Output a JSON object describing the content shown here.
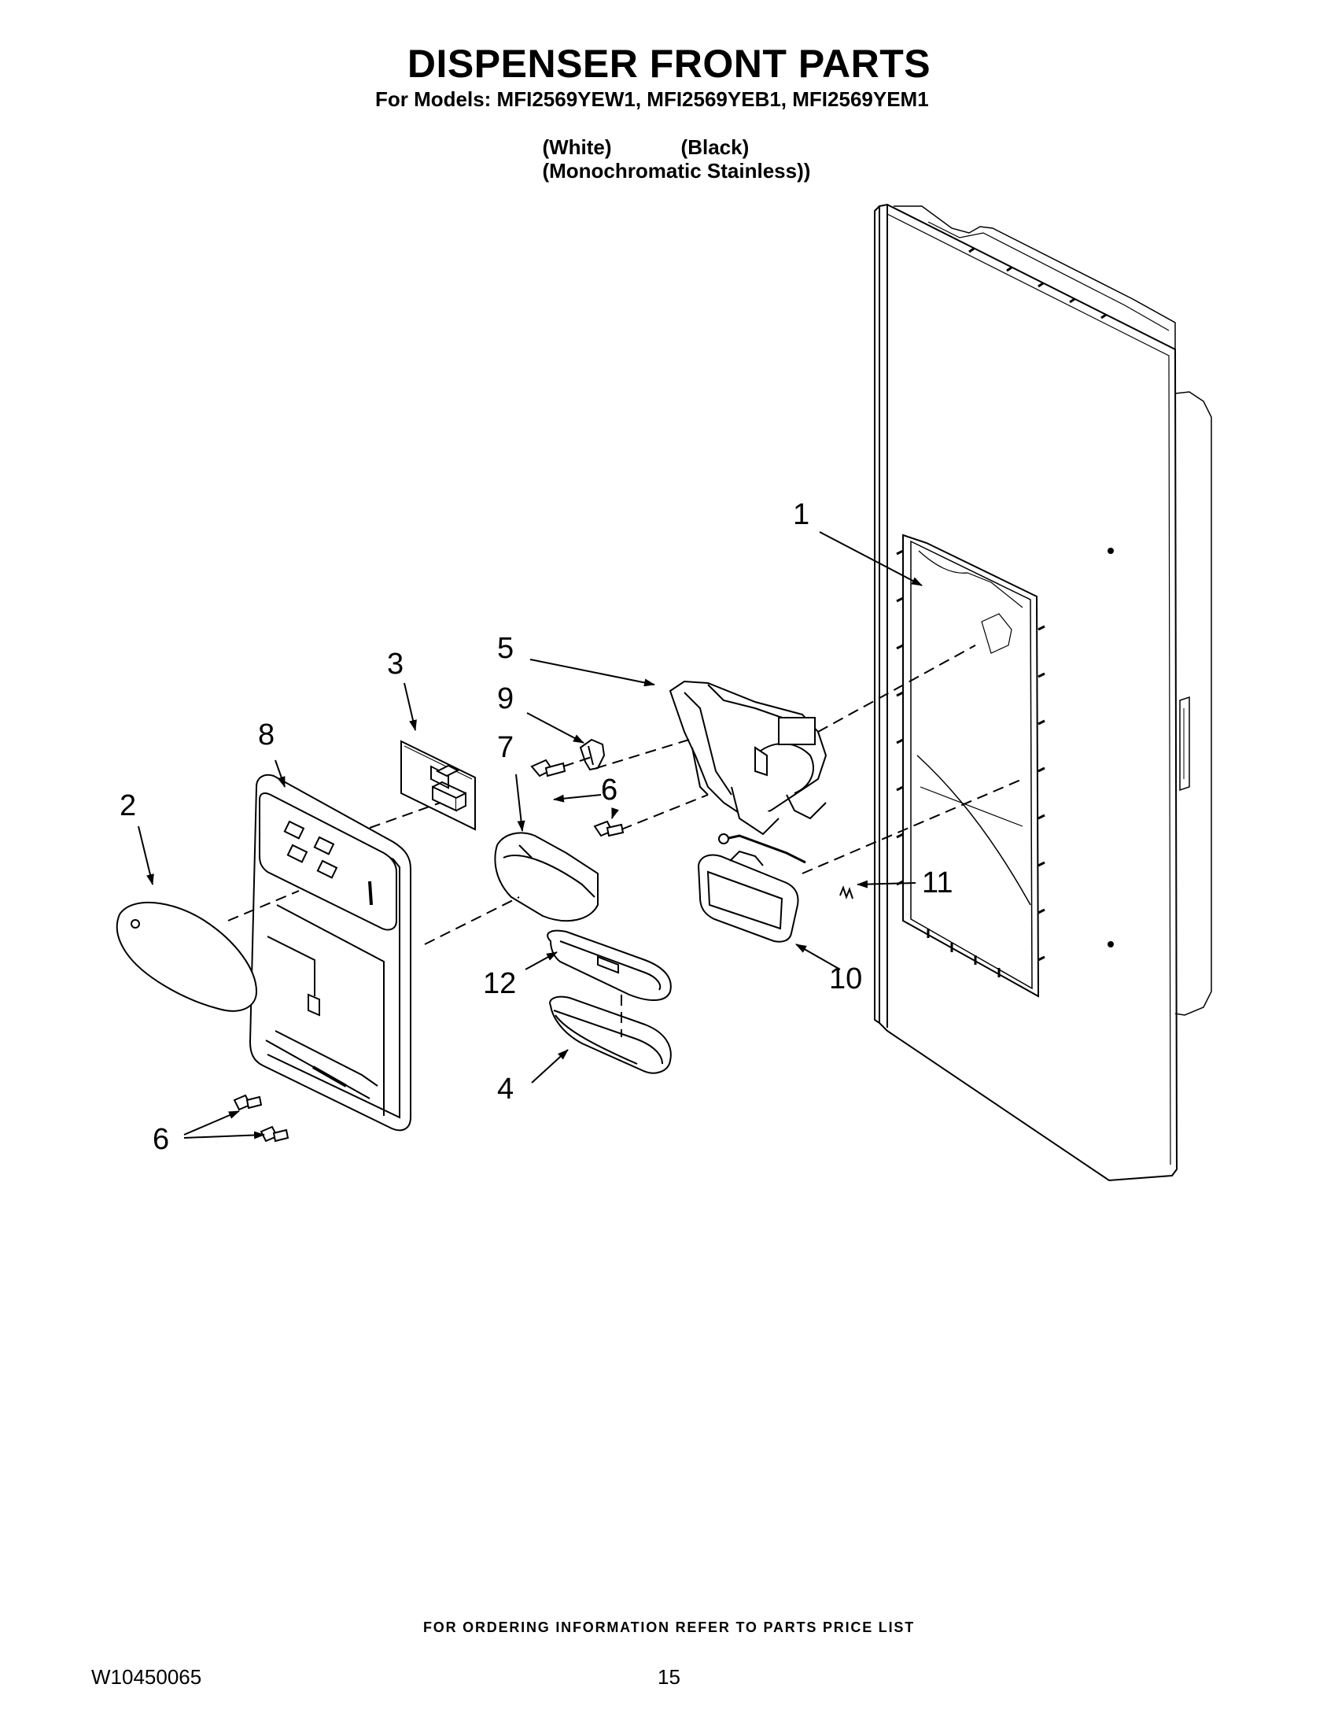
{
  "header": {
    "title": "DISPENSER FRONT PARTS",
    "models_line": "For Models: MFI2569YEW1, MFI2569YEB1, MFI2569YEM1",
    "finish_white": "(White)",
    "finish_black": "(Black)",
    "finish_stainless": "(Monochromatic Stainless))"
  },
  "callouts": {
    "c1": "1",
    "c2": "2",
    "c3": "3",
    "c4": "4",
    "c5": "5",
    "c6a": "6",
    "c6b": "6",
    "c6c": "6",
    "c7": "7",
    "c8": "8",
    "c9": "9",
    "c10": "10",
    "c11": "11",
    "c12": "12"
  },
  "footer": {
    "ordering_note": "FOR ORDERING INFORMATION REFER TO PARTS PRICE LIST",
    "doc_number": "W10450065",
    "page_number": "15"
  }
}
